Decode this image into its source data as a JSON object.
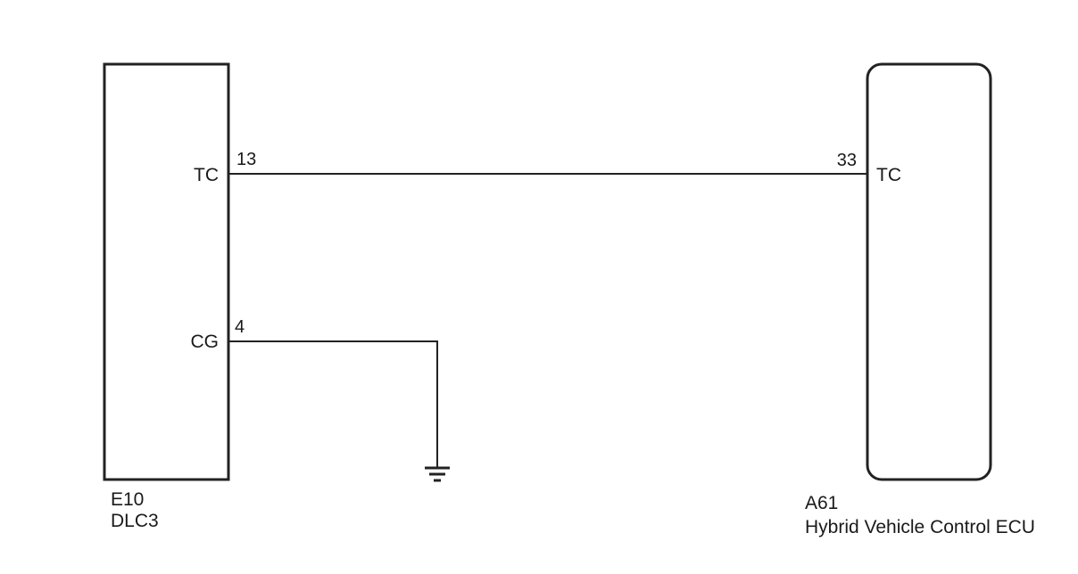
{
  "left_component": {
    "id": "E10",
    "name": "DLC3",
    "pins": [
      {
        "terminal": "TC",
        "number": "13"
      },
      {
        "terminal": "CG",
        "number": "4"
      }
    ]
  },
  "right_component": {
    "id": "A61",
    "name": "Hybrid Vehicle Control ECU",
    "pins": [
      {
        "terminal": "TC",
        "number": "33"
      }
    ]
  },
  "connections": [
    {
      "from": "E10.TC.13",
      "to": "A61.TC.33"
    },
    {
      "from": "E10.CG.4",
      "to": "ground"
    }
  ]
}
